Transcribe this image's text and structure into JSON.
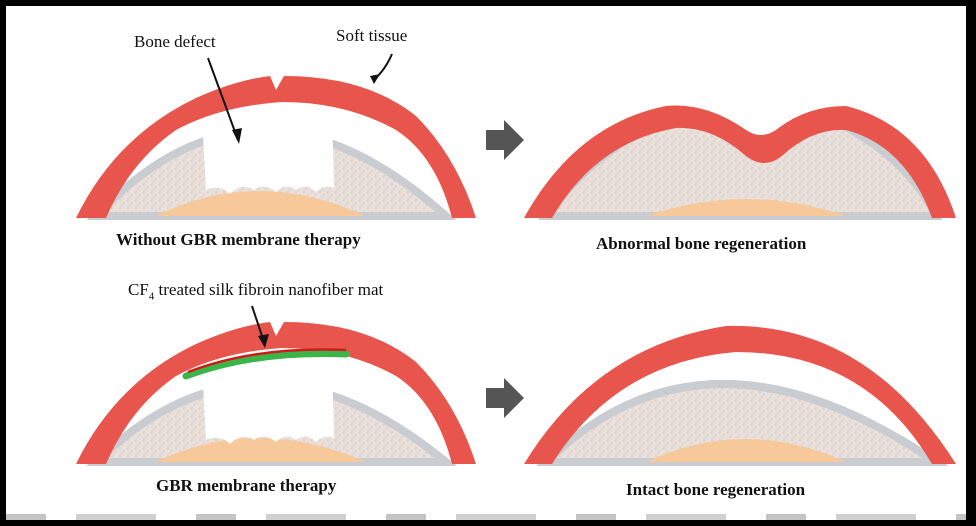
{
  "labels": {
    "bone_defect": "Bone defect",
    "soft_tissue": "Soft tissue",
    "membrane_prefix": "CF",
    "membrane_subscript": "4",
    "membrane_suffix": " treated silk fibroin nanofiber mat"
  },
  "captions": {
    "without_gbr": "Without GBR membrane therapy",
    "abnormal": "Abnormal bone regeneration",
    "gbr_therapy": "GBR membrane therapy",
    "intact": "Intact bone regeneration"
  },
  "colors": {
    "soft_tissue": "#e8554d",
    "bone": "#e9dfdb",
    "marrow": "#f6c89a",
    "membrane": "#3bb54a",
    "cf4_layer": "#d11a1a",
    "arrow": "#555555"
  }
}
